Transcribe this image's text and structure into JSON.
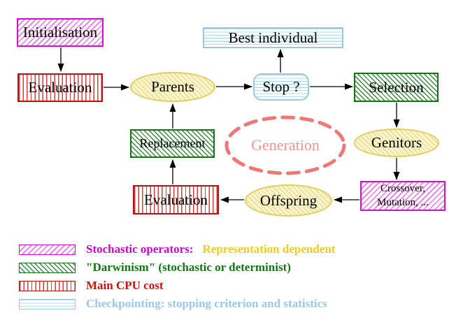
{
  "diagram": {
    "nodes": {
      "initialisation": {
        "label": "Initialisation"
      },
      "evaluation_top": {
        "label": "Evaluation"
      },
      "parents": {
        "label": "Parents"
      },
      "best_individual": {
        "label": "Best individual"
      },
      "stop": {
        "label": "Stop ?"
      },
      "selection": {
        "label": "Selection"
      },
      "genitors": {
        "label": "Genitors"
      },
      "crossover_mutation": {
        "line1": "Crossover,",
        "line2": "Mutation, ..."
      },
      "offspring": {
        "label": "Offspring"
      },
      "evaluation_bottom": {
        "label": "Evaluation"
      },
      "replacement": {
        "label": "Replacement"
      },
      "generation": {
        "label": "Generation"
      }
    },
    "colors": {
      "magenta_border": "#cf10cf",
      "green_border": "#157515",
      "red_border": "#b51414",
      "cyan_border": "#9cc8de",
      "yellow_border": "#ddce62",
      "generation_dash": "#ee7878",
      "generation_text": "#ee9494",
      "arrow": "#000000"
    }
  },
  "legend": {
    "items": [
      {
        "swatch": "magenta-diagonal-hatch",
        "text": "Stochastic operators:",
        "text_color": "#cc00cc",
        "text2": "Representation dependent",
        "text2_color": "#eecc22"
      },
      {
        "swatch": "green-diagonal-hatch",
        "text": "\"Darwinism\" (stochastic or determinist)",
        "text_color": "#117711"
      },
      {
        "swatch": "red-vertical-stripes",
        "text": "Main CPU cost",
        "text_color": "#cc1111"
      },
      {
        "swatch": "cyan-horizontal-stripes",
        "text": "Checkpointing: stopping criterion and statistics",
        "text_color": "#99c8e8"
      }
    ]
  }
}
